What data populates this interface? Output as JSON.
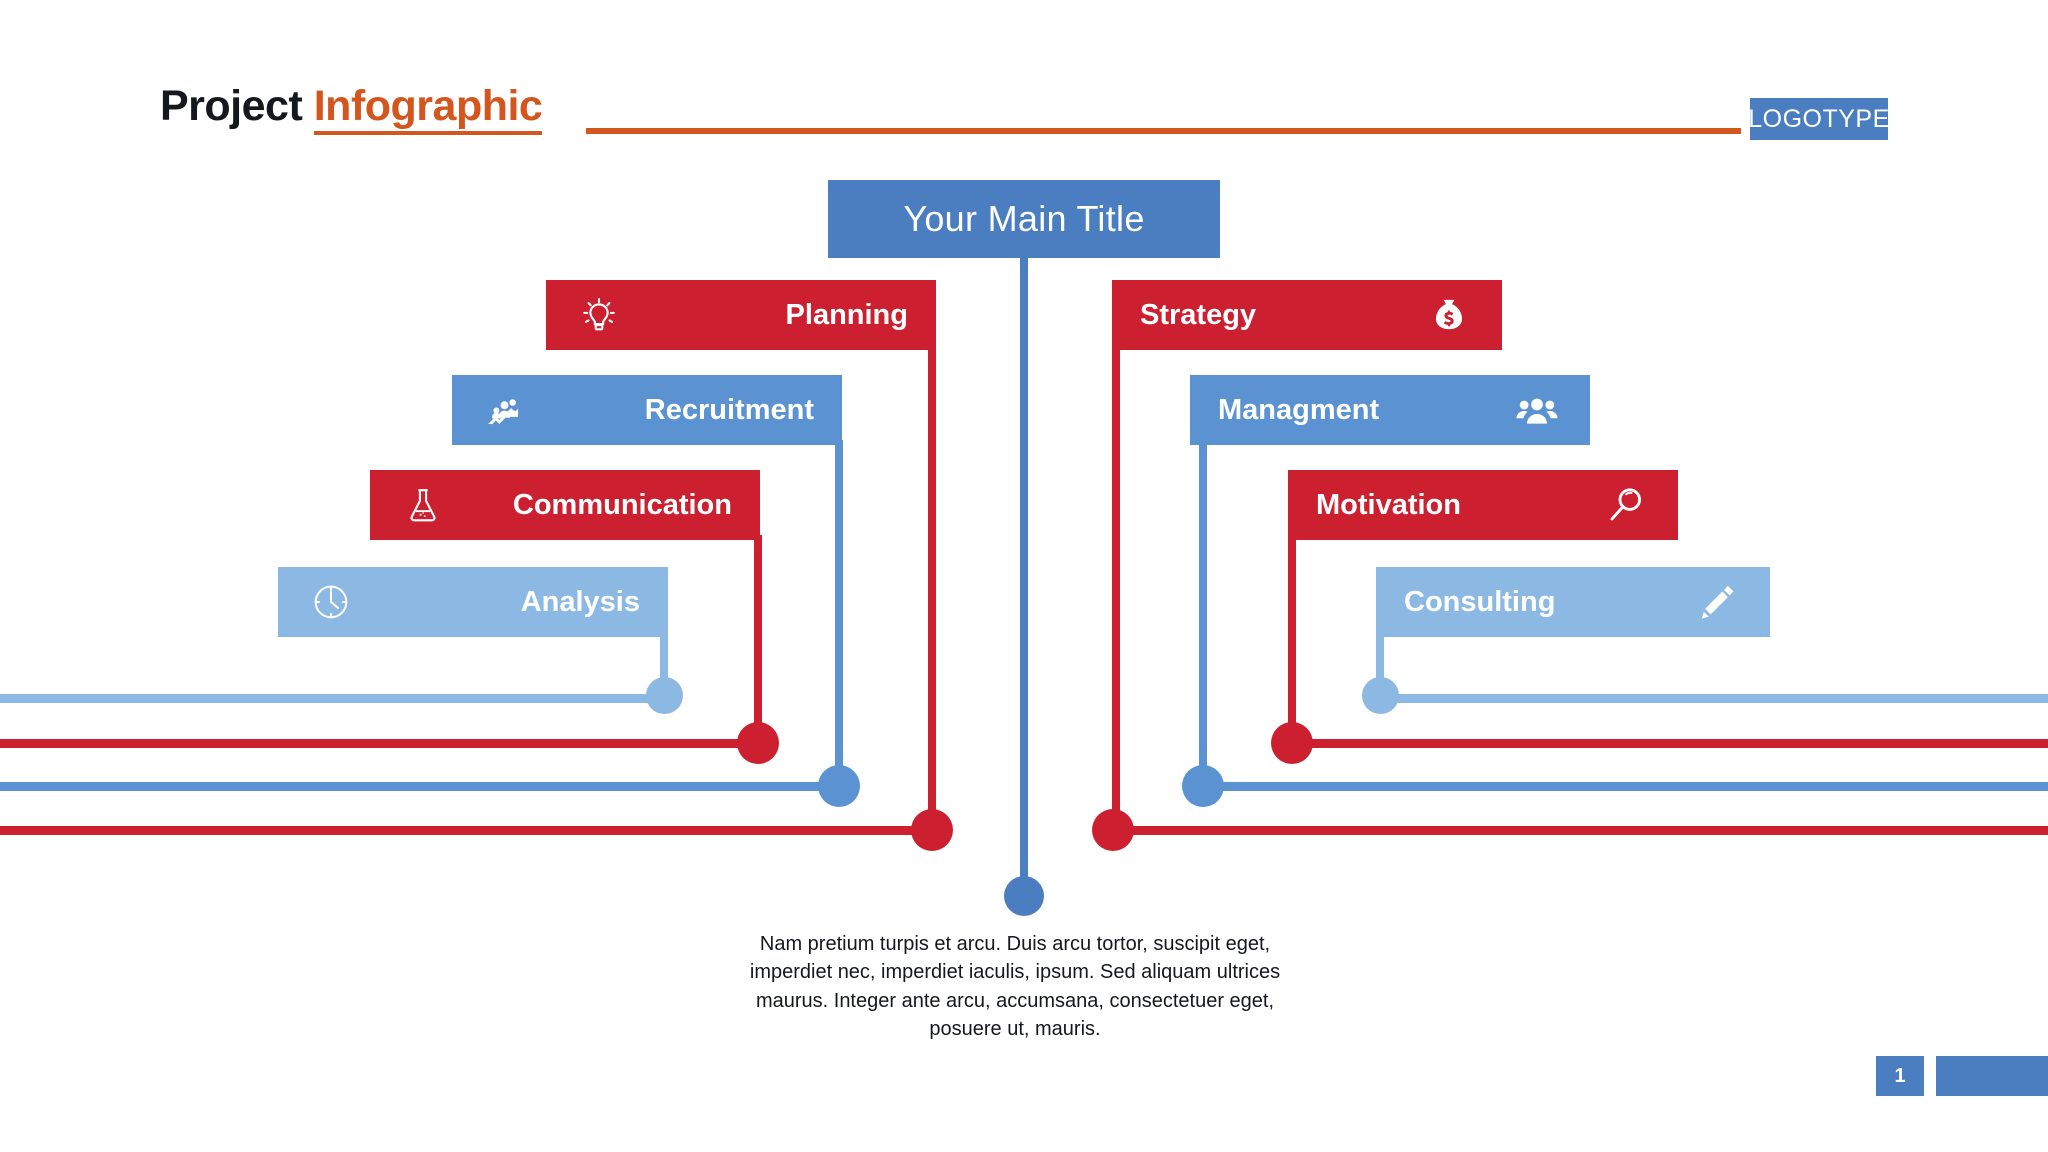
{
  "header": {
    "title_part1": "Project",
    "title_part2": "Infographic",
    "logotype": "LOGOTYPE",
    "rule_color": "#d4561f"
  },
  "colors": {
    "red": "#cc2030",
    "blue_dark": "#4a7ec0",
    "blue_mid": "#5b92d1",
    "blue_light": "#8cb9e3",
    "orange": "#d4561f",
    "text": "#15181c"
  },
  "main_title": {
    "label": "Your Main Title"
  },
  "left_branch": [
    {
      "label": "Planning",
      "icon": "lightbulb-icon",
      "color": "#cc2030",
      "icon_side": "left"
    },
    {
      "label": "Recruitment",
      "icon": "growth-people-icon",
      "color": "#5b92d1",
      "icon_side": "left"
    },
    {
      "label": "Communication",
      "icon": "flask-icon",
      "color": "#cc2030",
      "icon_side": "left"
    },
    {
      "label": "Analysis",
      "icon": "clock-icon",
      "color": "#8cb9e3",
      "icon_side": "left"
    }
  ],
  "right_branch": [
    {
      "label": "Strategy",
      "icon": "money-bag-icon",
      "color": "#cc2030",
      "icon_side": "right"
    },
    {
      "label": "Managment",
      "icon": "people-group-icon",
      "color": "#5b92d1",
      "icon_side": "right"
    },
    {
      "label": "Motivation",
      "icon": "magnifier-icon",
      "color": "#cc2030",
      "icon_side": "right"
    },
    {
      "label": "Consulting",
      "icon": "pencil-icon",
      "color": "#8cb9e3",
      "icon_side": "right"
    }
  ],
  "body": {
    "paragraph": "Nam pretium turpis et arcu. Duis arcu tortor, suscipit eget, imperdiet nec, imperdiet iaculis, ipsum. Sed aliquam ultrices maurus. Integer ante arcu, accumsana, consectetuer eget, posuere ut, mauris."
  },
  "footer": {
    "page_number": "1"
  }
}
